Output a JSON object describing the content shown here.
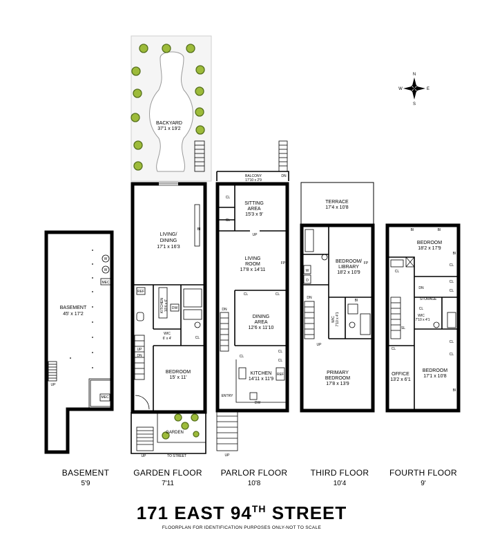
{
  "title": "171 EAST 94",
  "title_sup": "TH",
  "title_end": " STREET",
  "subtitle": "FLOORPLAN FOR IDENTIFICATION PURPOSES ONLY-NOT TO SCALE",
  "compass": {
    "n": "N",
    "s": "S",
    "e": "E",
    "w": "W"
  },
  "floors": {
    "basement": {
      "name": "BASEMENT",
      "height": "5'9"
    },
    "garden": {
      "name": "GARDEN FLOOR",
      "height": "7'11"
    },
    "parlor": {
      "name": "PARLOR FLOOR",
      "height": "10'8"
    },
    "third": {
      "name": "THIRD FLOOR",
      "height": "10'4"
    },
    "fourth": {
      "name": "FOURTH FLOOR",
      "height": "9'"
    }
  },
  "rooms": {
    "basement": {
      "name": "BASEMENT",
      "dims": "45' x 17'2"
    },
    "backyard": {
      "name": "BACKYARD",
      "dims": "37'1 x 19'2"
    },
    "living_dining": {
      "name1": "LIVING/",
      "name2": "DINING",
      "dims": "17'1 x 16'3"
    },
    "kitchen_garden": {
      "name": "KITCHEN",
      "dims": "10'4 x 6'"
    },
    "wic_garden": {
      "name": "WIC",
      "dims": "6' x 4'"
    },
    "bedroom_garden": {
      "name": "BEDROOM",
      "dims": "15' x 11'"
    },
    "garden": {
      "name": "GARDEN"
    },
    "balcony": {
      "name": "BALCONY",
      "dims": "17'10 x 2'9"
    },
    "sitting": {
      "name1": "SITTING",
      "name2": "AREA",
      "dims": "15'3 x 9'"
    },
    "living_room": {
      "name1": "LIVING",
      "name2": "ROOM",
      "dims": "17'8 x 14'11"
    },
    "dining_area": {
      "name1": "DINING",
      "name2": "AREA",
      "dims": "12'6 x 11'10"
    },
    "kitchen_parlor": {
      "name": "KITCHEN",
      "dims": "14'11 x 11'9"
    },
    "terrace": {
      "name": "TERRACE",
      "dims": "17'4 x 10'8"
    },
    "bedroom_library": {
      "name1": "BEDROOM/",
      "name2": "LIBRARY",
      "dims": "18'2 x 10'9"
    },
    "wic_third": {
      "name": "WIC",
      "dims": "7'10 x 4'1"
    },
    "primary_bedroom": {
      "name1": "PRIMARY",
      "name2": "BEDROOM",
      "dims": "17'8 x 13'9"
    },
    "bedroom_fourth_top": {
      "name": "BEDROOM",
      "dims": "18'2 x 17'9"
    },
    "wic_fourth": {
      "name": "WIC",
      "dims": "7'10 x 4'1"
    },
    "office": {
      "name": "OFFICE",
      "dims": "13'2 x 6'1"
    },
    "bedroom_fourth_bottom": {
      "name": "BEDROOM",
      "dims": "17'1 x 10'8"
    }
  },
  "fixtures": {
    "w": "W",
    "d": "D",
    "mec": "MEC",
    "ref": "REF",
    "dw": "DW",
    "cl": "CL",
    "bi": "BI",
    "fp": "FP",
    "up": "UP",
    "dn": "DN",
    "entry": "ENTRY",
    "to_street": "TO STREET",
    "storage": "STORAGE",
    "sl": "SL"
  }
}
